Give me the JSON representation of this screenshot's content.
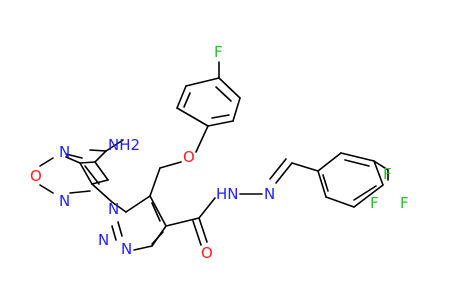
{
  "colors": {
    "carbon": "#000000",
    "nitrogen": "#1f1fff",
    "oxygen": "#ff1f1f",
    "fluorine": "#2bbf2b",
    "background": "#ffffff"
  },
  "atoms": [
    {
      "id": "nh2",
      "text": "NH2",
      "element": "nitrogen"
    },
    {
      "id": "n_fz_top",
      "text": "N",
      "element": "nitrogen"
    },
    {
      "id": "o_fz",
      "text": "O",
      "element": "oxygen"
    },
    {
      "id": "n_fz_bot",
      "text": "N",
      "element": "nitrogen"
    },
    {
      "id": "n1",
      "text": "N",
      "element": "nitrogen"
    },
    {
      "id": "n2",
      "text": "N",
      "element": "nitrogen"
    },
    {
      "id": "n3",
      "text": "N",
      "element": "nitrogen"
    },
    {
      "id": "o_ether",
      "text": "O",
      "element": "oxygen"
    },
    {
      "id": "f_top",
      "text": "F",
      "element": "fluorine"
    },
    {
      "id": "o_carbonyl",
      "text": "O",
      "element": "oxygen"
    },
    {
      "id": "nh",
      "text": "HN",
      "element": "nitrogen"
    },
    {
      "id": "n_imine",
      "text": "N",
      "element": "nitrogen"
    },
    {
      "id": "f_cf3_top",
      "text": "F",
      "element": "fluorine"
    },
    {
      "id": "f_cf3_left",
      "text": "F",
      "element": "fluorine"
    },
    {
      "id": "f_cf3_right",
      "text": "F",
      "element": "fluorine"
    }
  ]
}
